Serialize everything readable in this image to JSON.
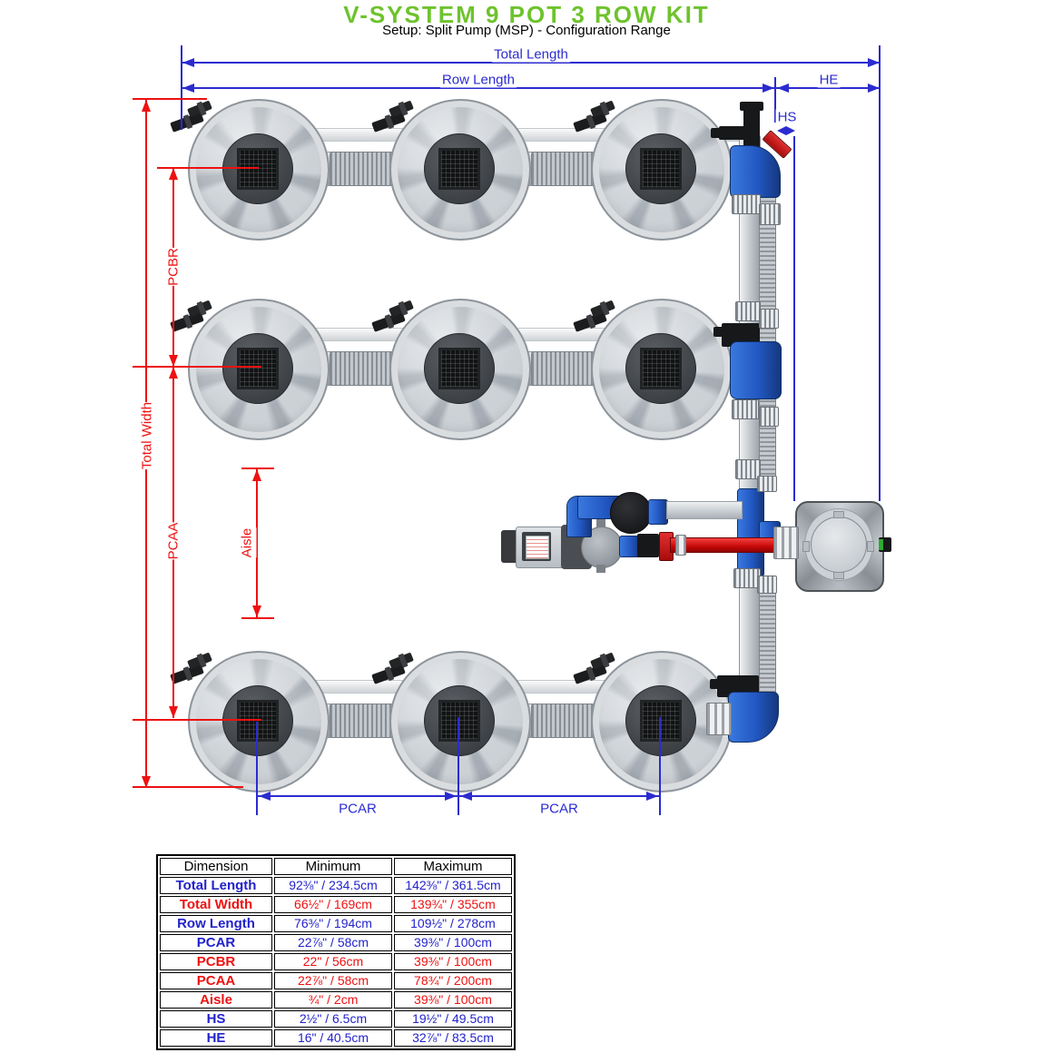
{
  "title": "V-SYSTEM 9 POT 3 ROW KIT",
  "subtitle": "Setup: Split Pump (MSP) - Configuration Range",
  "colors": {
    "title_green": "#6ec32d",
    "dimension_blue": "#2b2bd0",
    "dimension_red": "#ee1111",
    "pipe_blue_fitting": "#2257c2",
    "valve_red": "#c60808"
  },
  "diagram": {
    "pot_count": 9,
    "row_count": 3,
    "labels": {
      "total_length": "Total Length",
      "row_length": "Row Length",
      "he": "HE",
      "hs": "HS",
      "total_width": "Total Width",
      "pcbr": "PCBR",
      "pcaa": "PCAA",
      "aisle": "Aisle",
      "pcar": "PCAR"
    }
  },
  "table": {
    "headers": [
      "Dimension",
      "Minimum",
      "Maximum"
    ],
    "rows": [
      {
        "dimension": "Total Length",
        "min": "92⅜\" / 234.5cm",
        "max": "142⅜\" / 361.5cm",
        "color": "blue"
      },
      {
        "dimension": "Total Width",
        "min": "66½\" / 169cm",
        "max": "139¾\" / 355cm",
        "color": "red"
      },
      {
        "dimension": "Row Length",
        "min": "76⅜\" / 194cm",
        "max": "109½\" / 278cm",
        "color": "blue"
      },
      {
        "dimension": "PCAR",
        "min": "22⅞\" / 58cm",
        "max": "39⅜\" / 100cm",
        "color": "blue"
      },
      {
        "dimension": "PCBR",
        "min": "22\" / 56cm",
        "max": "39⅜\" / 100cm",
        "color": "red"
      },
      {
        "dimension": "PCAA",
        "min": "22⅞\" / 58cm",
        "max": "78¾\" / 200cm",
        "color": "red"
      },
      {
        "dimension": "Aisle",
        "min": "¾\" / 2cm",
        "max": "39⅜\" / 100cm",
        "color": "red"
      },
      {
        "dimension": "HS",
        "min": "2½\" / 6.5cm",
        "max": "19½\" / 49.5cm",
        "color": "blue"
      },
      {
        "dimension": "HE",
        "min": "16\" / 40.5cm",
        "max": "32⅞\" / 83.5cm",
        "color": "blue"
      }
    ]
  }
}
